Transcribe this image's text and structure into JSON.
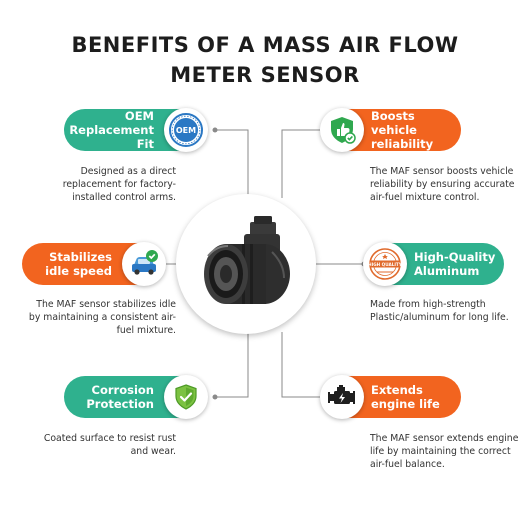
{
  "title": {
    "line1": "BENEFITS OF A MASS AIR FLOW",
    "line2": "METER SENSOR"
  },
  "colors": {
    "teal": "#2fb18e",
    "orange": "#f2641f",
    "line": "#8a8a8a"
  },
  "benefits": [
    {
      "label": "OEM Replacement Fit",
      "icon": "oem-seal-icon",
      "icon_text": "OEM",
      "description": "Designed as a direct replacement for factory-installed control arms."
    },
    {
      "label": "Boosts vehicle reliability",
      "icon": "thumbs-up-shield-icon",
      "description": "The MAF sensor boosts vehicle reliability by ensuring accurate air-fuel mixture control."
    },
    {
      "label": "Stabilizes idle speed",
      "icon": "car-check-icon",
      "description": "The MAF sensor stabilizes idle by maintaining a consistent air-fuel mixture."
    },
    {
      "label": "High-Quality Aluminum",
      "icon": "quality-stamp-icon",
      "icon_text": "HIGH QUALITY",
      "description": "Made from high-strength Plastic/aluminum for long life."
    },
    {
      "label": "Corrosion Protection",
      "icon": "shield-check-icon",
      "description": "Coated surface to resist rust and wear."
    },
    {
      "label": "Extends engine life",
      "icon": "engine-icon",
      "description": "The MAF sensor extends engine life by maintaining the correct air-fuel balance."
    }
  ]
}
